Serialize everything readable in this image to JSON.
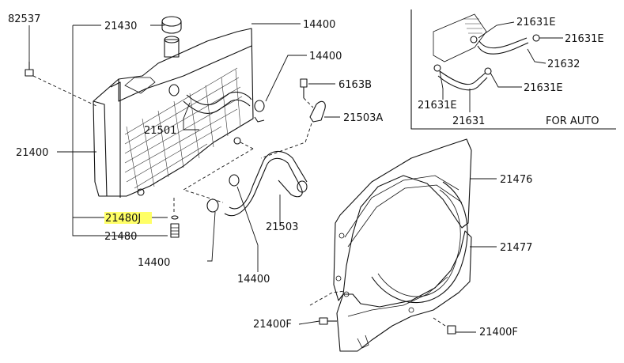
{
  "labels": {
    "p82537": "82537",
    "p21430": "21430",
    "p14400_top": "14400",
    "p14400_hose": "14400",
    "p6163b": "6163B",
    "p21503a": "21503A",
    "p21501": "21501",
    "p21400": "21400",
    "p21480j": "21480J",
    "p21480": "21480",
    "p14400_left": "14400",
    "p14400_bottom": "14400",
    "p21503": "21503",
    "p21476": "21476",
    "p21477": "21477",
    "p21400f_left": "21400F",
    "p21400f_right": "21400F",
    "inset_21631e_a": "21631E",
    "inset_21631e_b": "21631E",
    "inset_21632": "21632",
    "inset_21631e_c": "21631E",
    "inset_21631e_d": "21631E",
    "inset_21631": "21631",
    "inset_caption": "FOR AUTO"
  },
  "highlight_color": "#ffff66"
}
